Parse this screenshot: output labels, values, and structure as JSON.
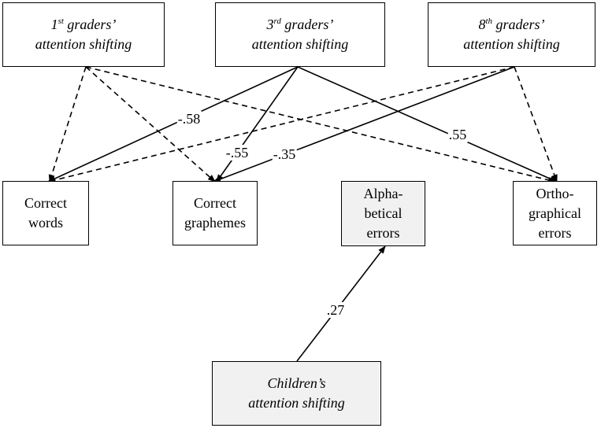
{
  "colors": {
    "line": "#000000",
    "box_border": "#000000",
    "shaded_fill": "#f1f1f1"
  },
  "nodes": {
    "g1": {
      "ord": "1",
      "sup": "st",
      "rest": " graders’",
      "line2": "attention shifting"
    },
    "g3": {
      "ord": "3",
      "sup": "rd",
      "rest": " graders’",
      "line2": "attention shifting"
    },
    "g8": {
      "ord": "8",
      "sup": "th",
      "rest": " graders’",
      "line2": "attention shifting"
    },
    "cw": {
      "line1": "Correct",
      "line2": "words"
    },
    "cg": {
      "line1": "Correct",
      "line2": "graphemes"
    },
    "ae": {
      "line1": "Alpha-",
      "line2": "betical",
      "line3": "errors"
    },
    "oe": {
      "line1": "Ortho-",
      "line2": "graphical",
      "line3": "errors"
    },
    "ch": {
      "line1": "Children’s",
      "line2": "attention shifting"
    }
  },
  "edges": [
    {
      "id": "g1-cw",
      "from": "g1",
      "to": "cw",
      "style": "dashed",
      "label": ""
    },
    {
      "id": "g1-cg",
      "from": "g1",
      "to": "cg",
      "style": "dashed",
      "label": ""
    },
    {
      "id": "g1-oe",
      "from": "g1",
      "to": "oe",
      "style": "dashed",
      "label": ""
    },
    {
      "id": "g3-cw",
      "from": "g3",
      "to": "cw",
      "style": "solid",
      "label": "-.58"
    },
    {
      "id": "g3-cg",
      "from": "g3",
      "to": "cg",
      "style": "solid",
      "label": "-.55"
    },
    {
      "id": "g3-oe",
      "from": "g3",
      "to": "oe",
      "style": "solid",
      "label": ".55"
    },
    {
      "id": "g8-cw",
      "from": "g8",
      "to": "cw",
      "style": "dashed",
      "label": ""
    },
    {
      "id": "g8-cg",
      "from": "g8",
      "to": "cg",
      "style": "solid",
      "label": "-.35"
    },
    {
      "id": "g8-oe",
      "from": "g8",
      "to": "oe",
      "style": "dashed",
      "label": ""
    },
    {
      "id": "ch-ae",
      "from": "ch",
      "to": "ae",
      "style": "solid",
      "label": ".27"
    }
  ]
}
